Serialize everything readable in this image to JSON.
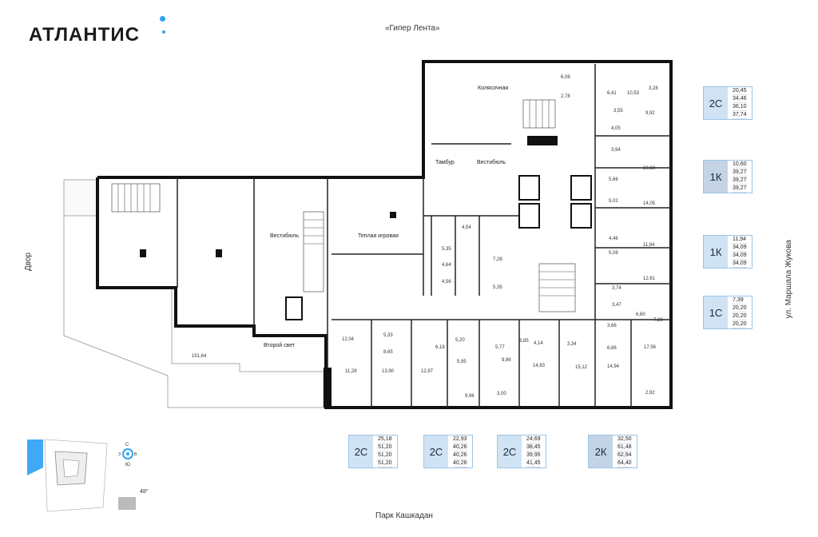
{
  "brand": "АТЛАНТИС",
  "streets": {
    "top": "«Гипер Лента»",
    "bottom": "Парк Кашкадан",
    "left": "Двор",
    "right": "ул. Маршала Жукова"
  },
  "rooms": {
    "kolyaso": "Колясочная",
    "tambur": "Тамбур",
    "vestibul1": "Вестибюль",
    "vestibul2": "Вестибюль",
    "igrovaya": "Теплая игровая",
    "svet": "Второй свет",
    "terrace": "151,64"
  },
  "areas": [
    "6,08",
    "6,41",
    "10,53",
    "3,28",
    "2,78",
    "3,55",
    "9,92",
    "4,05",
    "3,94",
    "10,60",
    "5,66",
    "5,02",
    "14,05",
    "4,46",
    "11,94",
    "5,08",
    "12,61",
    "3,74",
    "3,47",
    "6,60",
    "7,39",
    "3,66",
    "6,86",
    "17,56",
    "14,94",
    "2,92",
    "4,54",
    "5,35",
    "4,64",
    "7,28",
    "4,56",
    "5,35",
    "12,04",
    "5,33",
    "8,65",
    "11,28",
    "13,90",
    "12,97",
    "6,18",
    "5,20",
    "5,95",
    "9,96",
    "5,77",
    "3,85",
    "9,86",
    "3,00",
    "4,14",
    "3,34",
    "14,83",
    "15,12"
  ],
  "cards": {
    "c2c_right": {
      "type": "2С",
      "areas": [
        "20,45",
        "34,46",
        "36,10",
        "37,74"
      ]
    },
    "c1k_a": {
      "type": "1К",
      "areas": [
        "10,60",
        "39,27",
        "39,27",
        "39,27"
      ]
    },
    "c1k_b": {
      "type": "1К",
      "areas": [
        "11,94",
        "34,09",
        "34,09",
        "34,09"
      ]
    },
    "c1c": {
      "type": "1С",
      "areas": [
        "7,39",
        "20,20",
        "20,20",
        "20,20"
      ]
    },
    "b1": {
      "type": "2С",
      "areas": [
        "25,18",
        "51,20",
        "51,20",
        "51,20"
      ]
    },
    "b2": {
      "type": "2С",
      "areas": [
        "22,93",
        "40,26",
        "40,26",
        "40,26"
      ]
    },
    "b3": {
      "type": "2С",
      "areas": [
        "24,69",
        "38,45",
        "39,95",
        "41,45"
      ]
    },
    "b4": {
      "type": "2К",
      "areas": [
        "32,50",
        "61,48",
        "62,94",
        "64,40"
      ]
    }
  },
  "compass": {
    "n": "С",
    "s": "Ю",
    "w": "З",
    "e": "В",
    "angle": "48°"
  },
  "colors": {
    "accent": "#2ea3f2",
    "card_fill": "#cfe3f5",
    "wall": "#111111"
  }
}
